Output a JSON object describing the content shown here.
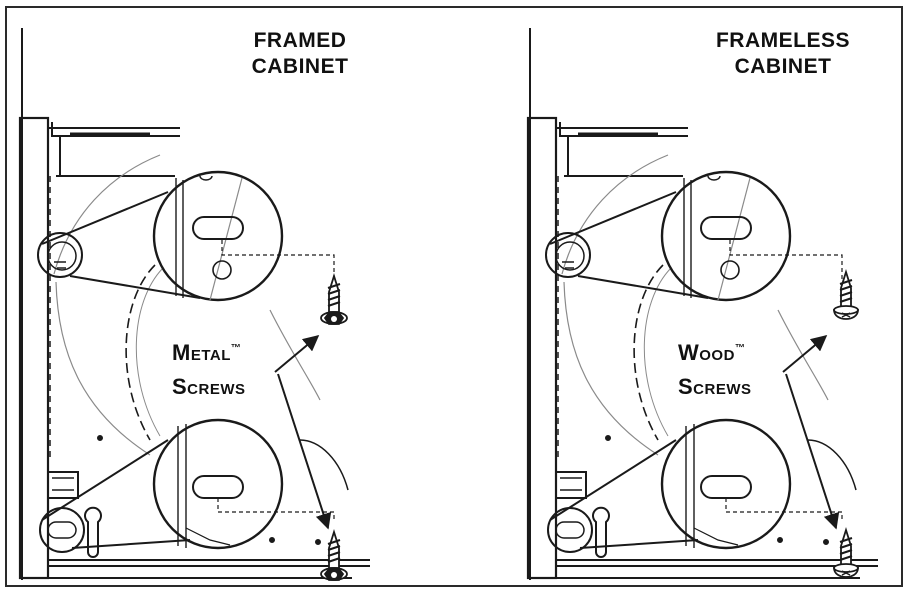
{
  "panels": [
    {
      "id": "framed",
      "title_line1": "FRAMED",
      "title_line2": "CABINET",
      "label_line1": "Metal",
      "label_line2": "Screws",
      "trademark": "™",
      "screw_type": "hex-washer-head-screw-icon"
    },
    {
      "id": "frameless",
      "title_line1": "FRAMELESS",
      "title_line2": "CABINET",
      "label_line1": "Wood",
      "label_line2": "Screws",
      "trademark": "™",
      "screw_type": "pan-head-wood-screw-icon"
    }
  ],
  "colors": {
    "line": "#1a1a1a",
    "background": "#ffffff",
    "hairline": "#8a8a8a"
  }
}
